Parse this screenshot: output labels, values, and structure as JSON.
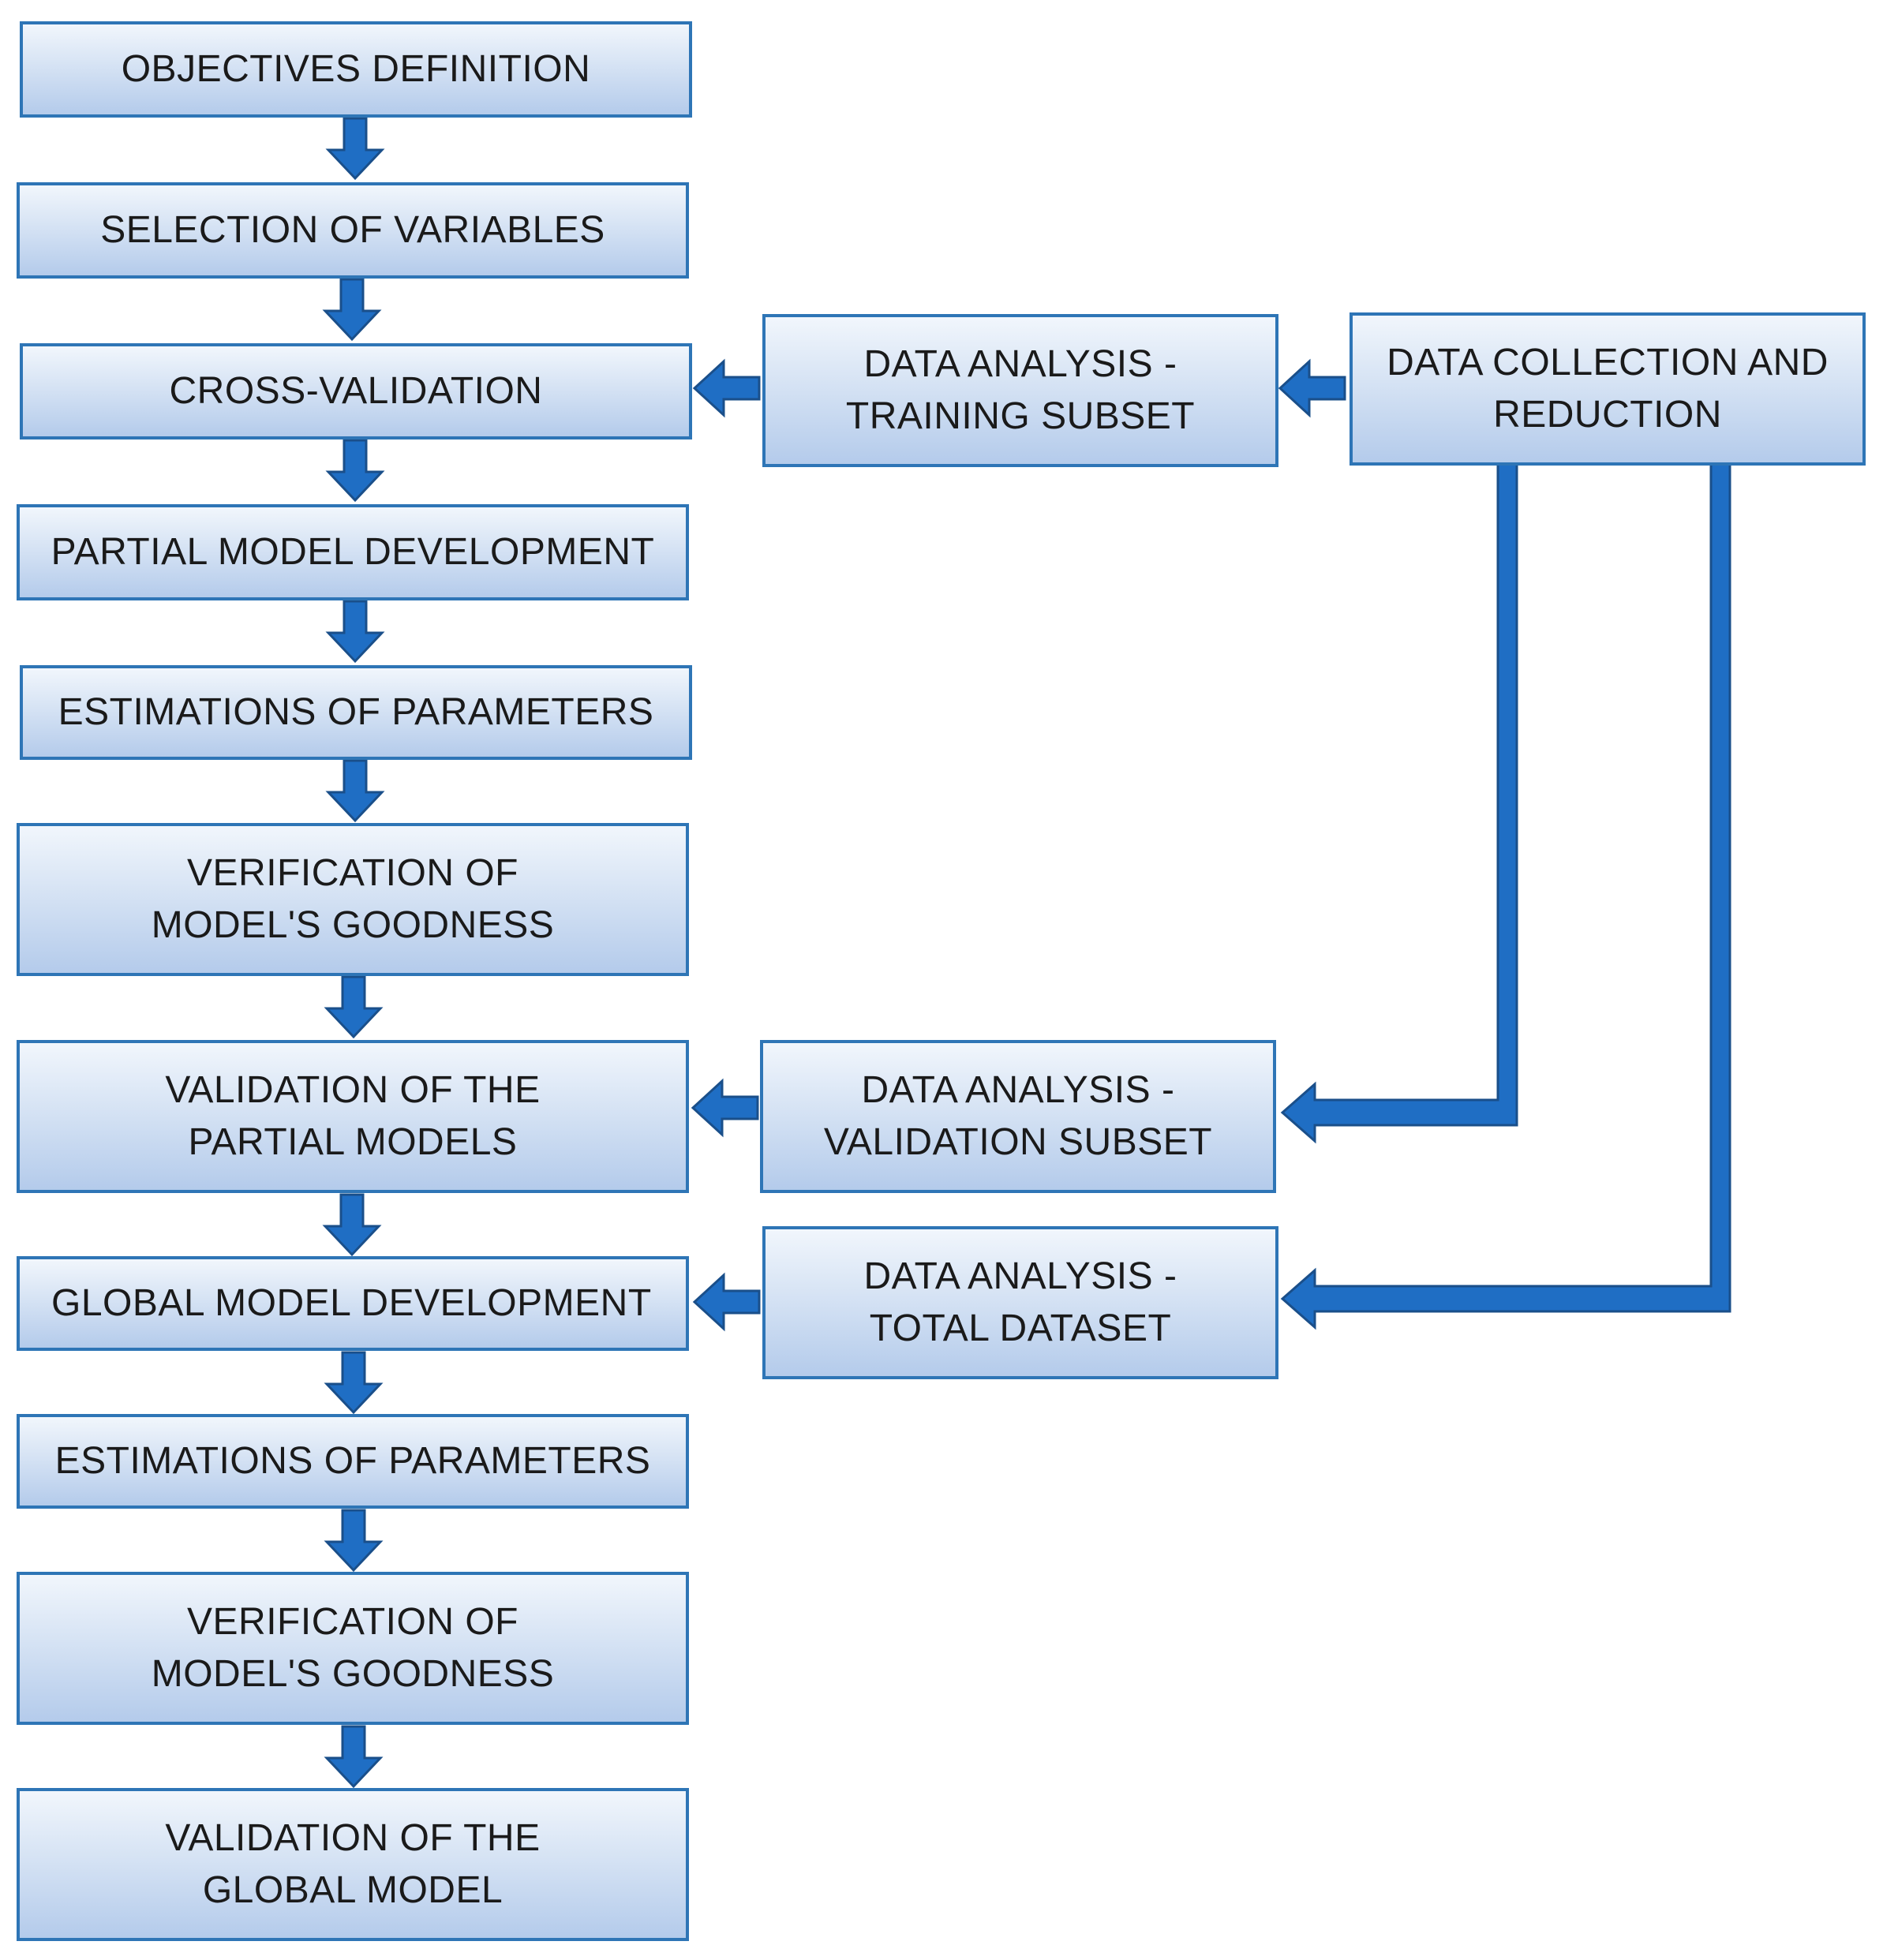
{
  "main_flow": [
    "OBJECTIVES DEFINITION",
    "SELECTION OF VARIABLES",
    "CROSS-VALIDATION",
    "PARTIAL MODEL DEVELOPMENT",
    "ESTIMATIONS OF PARAMETERS",
    "VERIFICATION OF MODEL'S GOODNESS",
    "VALIDATION OF THE PARTIAL MODELS",
    "GLOBAL MODEL DEVELOPMENT",
    "ESTIMATIONS OF PARAMETERS",
    "VERIFICATION OF MODEL'S GOODNESS",
    "VALIDATION OF THE GLOBAL MODEL"
  ],
  "data_boxes": {
    "training": "DATA ANALYSIS - TRAINING SUBSET",
    "validation": "DATA ANALYSIS - VALIDATION SUBSET",
    "total": "DATA ANALYSIS - TOTAL DATASET",
    "collection": "DATA COLLECTION AND REDUCTION"
  },
  "colors": {
    "border": "#2e75b6",
    "arrow": "#1f6ec4",
    "arrow_edge": "#1a4f8a"
  }
}
